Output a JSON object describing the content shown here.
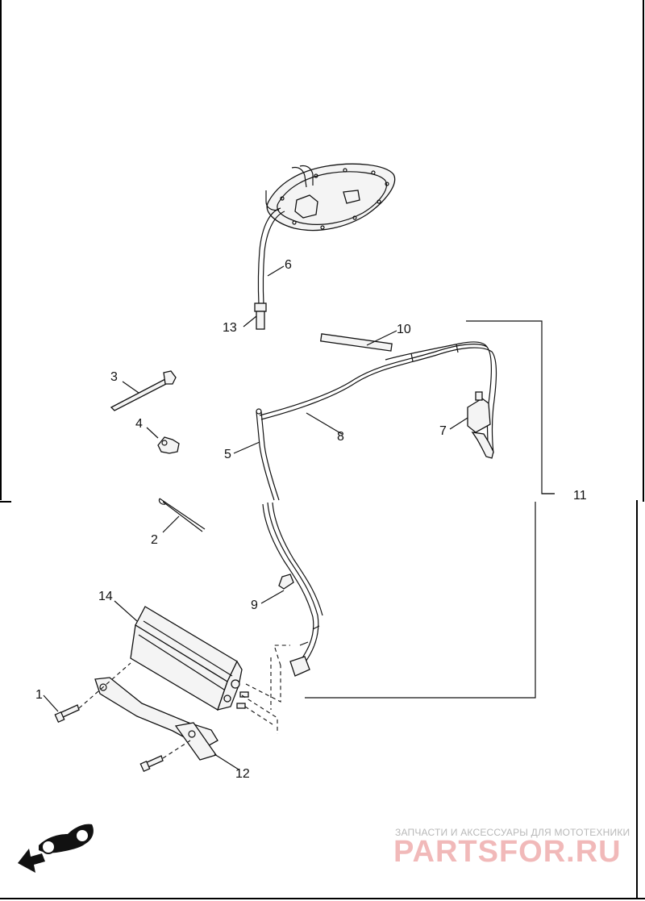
{
  "labels": {
    "p1": "1",
    "p2": "2",
    "p3": "3",
    "p4": "4",
    "p5": "5",
    "p6": "6",
    "p7": "7",
    "p8": "8",
    "p9": "9",
    "p10": "10",
    "p11": "11",
    "p12": "12",
    "p13": "13",
    "p14": "14"
  },
  "watermark": {
    "tagline": "ЗАПЧАСТИ И АКСЕССУАРЫ ДЛЯ МОТОТЕХНИКИ",
    "logo": "PARTSFOR.RU"
  },
  "colors": {
    "line": "#111111",
    "watermark_text": "#b8b8b8",
    "watermark_logo": "#f1b9b9"
  },
  "icons": [
    "motorcycle-direction-icon",
    "front-arrow-icon"
  ]
}
